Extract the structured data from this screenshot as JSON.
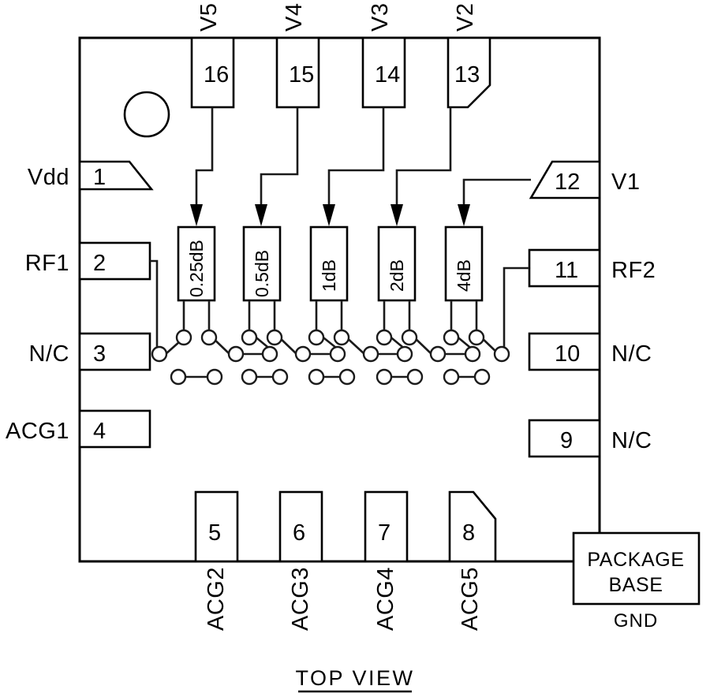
{
  "diagram": {
    "title": "TOP VIEW",
    "package_base": {
      "line1": "PACKAGE",
      "line2": "BASE",
      "gnd_label": "GND"
    },
    "pin1_indicator": "pin1-dot"
  },
  "pins": {
    "left": [
      {
        "number": "1",
        "label": "Vdd",
        "chamfer": true
      },
      {
        "number": "2",
        "label": "RF1",
        "chamfer": false
      },
      {
        "number": "3",
        "label": "N/C",
        "chamfer": false
      },
      {
        "number": "4",
        "label": "ACG1",
        "chamfer": false
      }
    ],
    "bottom": [
      {
        "number": "5",
        "label": "ACG2",
        "chamfer": false
      },
      {
        "number": "6",
        "label": "ACG3",
        "chamfer": false
      },
      {
        "number": "7",
        "label": "ACG4",
        "chamfer": false
      },
      {
        "number": "8",
        "label": "ACG5",
        "chamfer": true
      }
    ],
    "right": [
      {
        "number": "9",
        "label": "N/C",
        "chamfer": false
      },
      {
        "number": "10",
        "label": "N/C",
        "chamfer": false
      },
      {
        "number": "11",
        "label": "RF2",
        "chamfer": false
      },
      {
        "number": "12",
        "label": "V1",
        "chamfer": true
      }
    ],
    "top": [
      {
        "number": "13",
        "label": "V2",
        "chamfer": true
      },
      {
        "number": "14",
        "label": "V3",
        "chamfer": false
      },
      {
        "number": "15",
        "label": "V4",
        "chamfer": false
      },
      {
        "number": "16",
        "label": "V5",
        "chamfer": false
      }
    ]
  },
  "attenuators": [
    {
      "value": "0.25dB",
      "control_pin": "16",
      "control_label": "V5"
    },
    {
      "value": "0.5dB",
      "control_pin": "15",
      "control_label": "V4"
    },
    {
      "value": "1dB",
      "control_pin": "14",
      "control_label": "V3"
    },
    {
      "value": "2dB",
      "control_pin": "13",
      "control_label": "V2"
    },
    {
      "value": "4dB",
      "control_pin": "12",
      "control_label": "V1"
    }
  ],
  "colors": {
    "line": "#000000",
    "wire": "#1a1a1a",
    "background": "#ffffff"
  }
}
